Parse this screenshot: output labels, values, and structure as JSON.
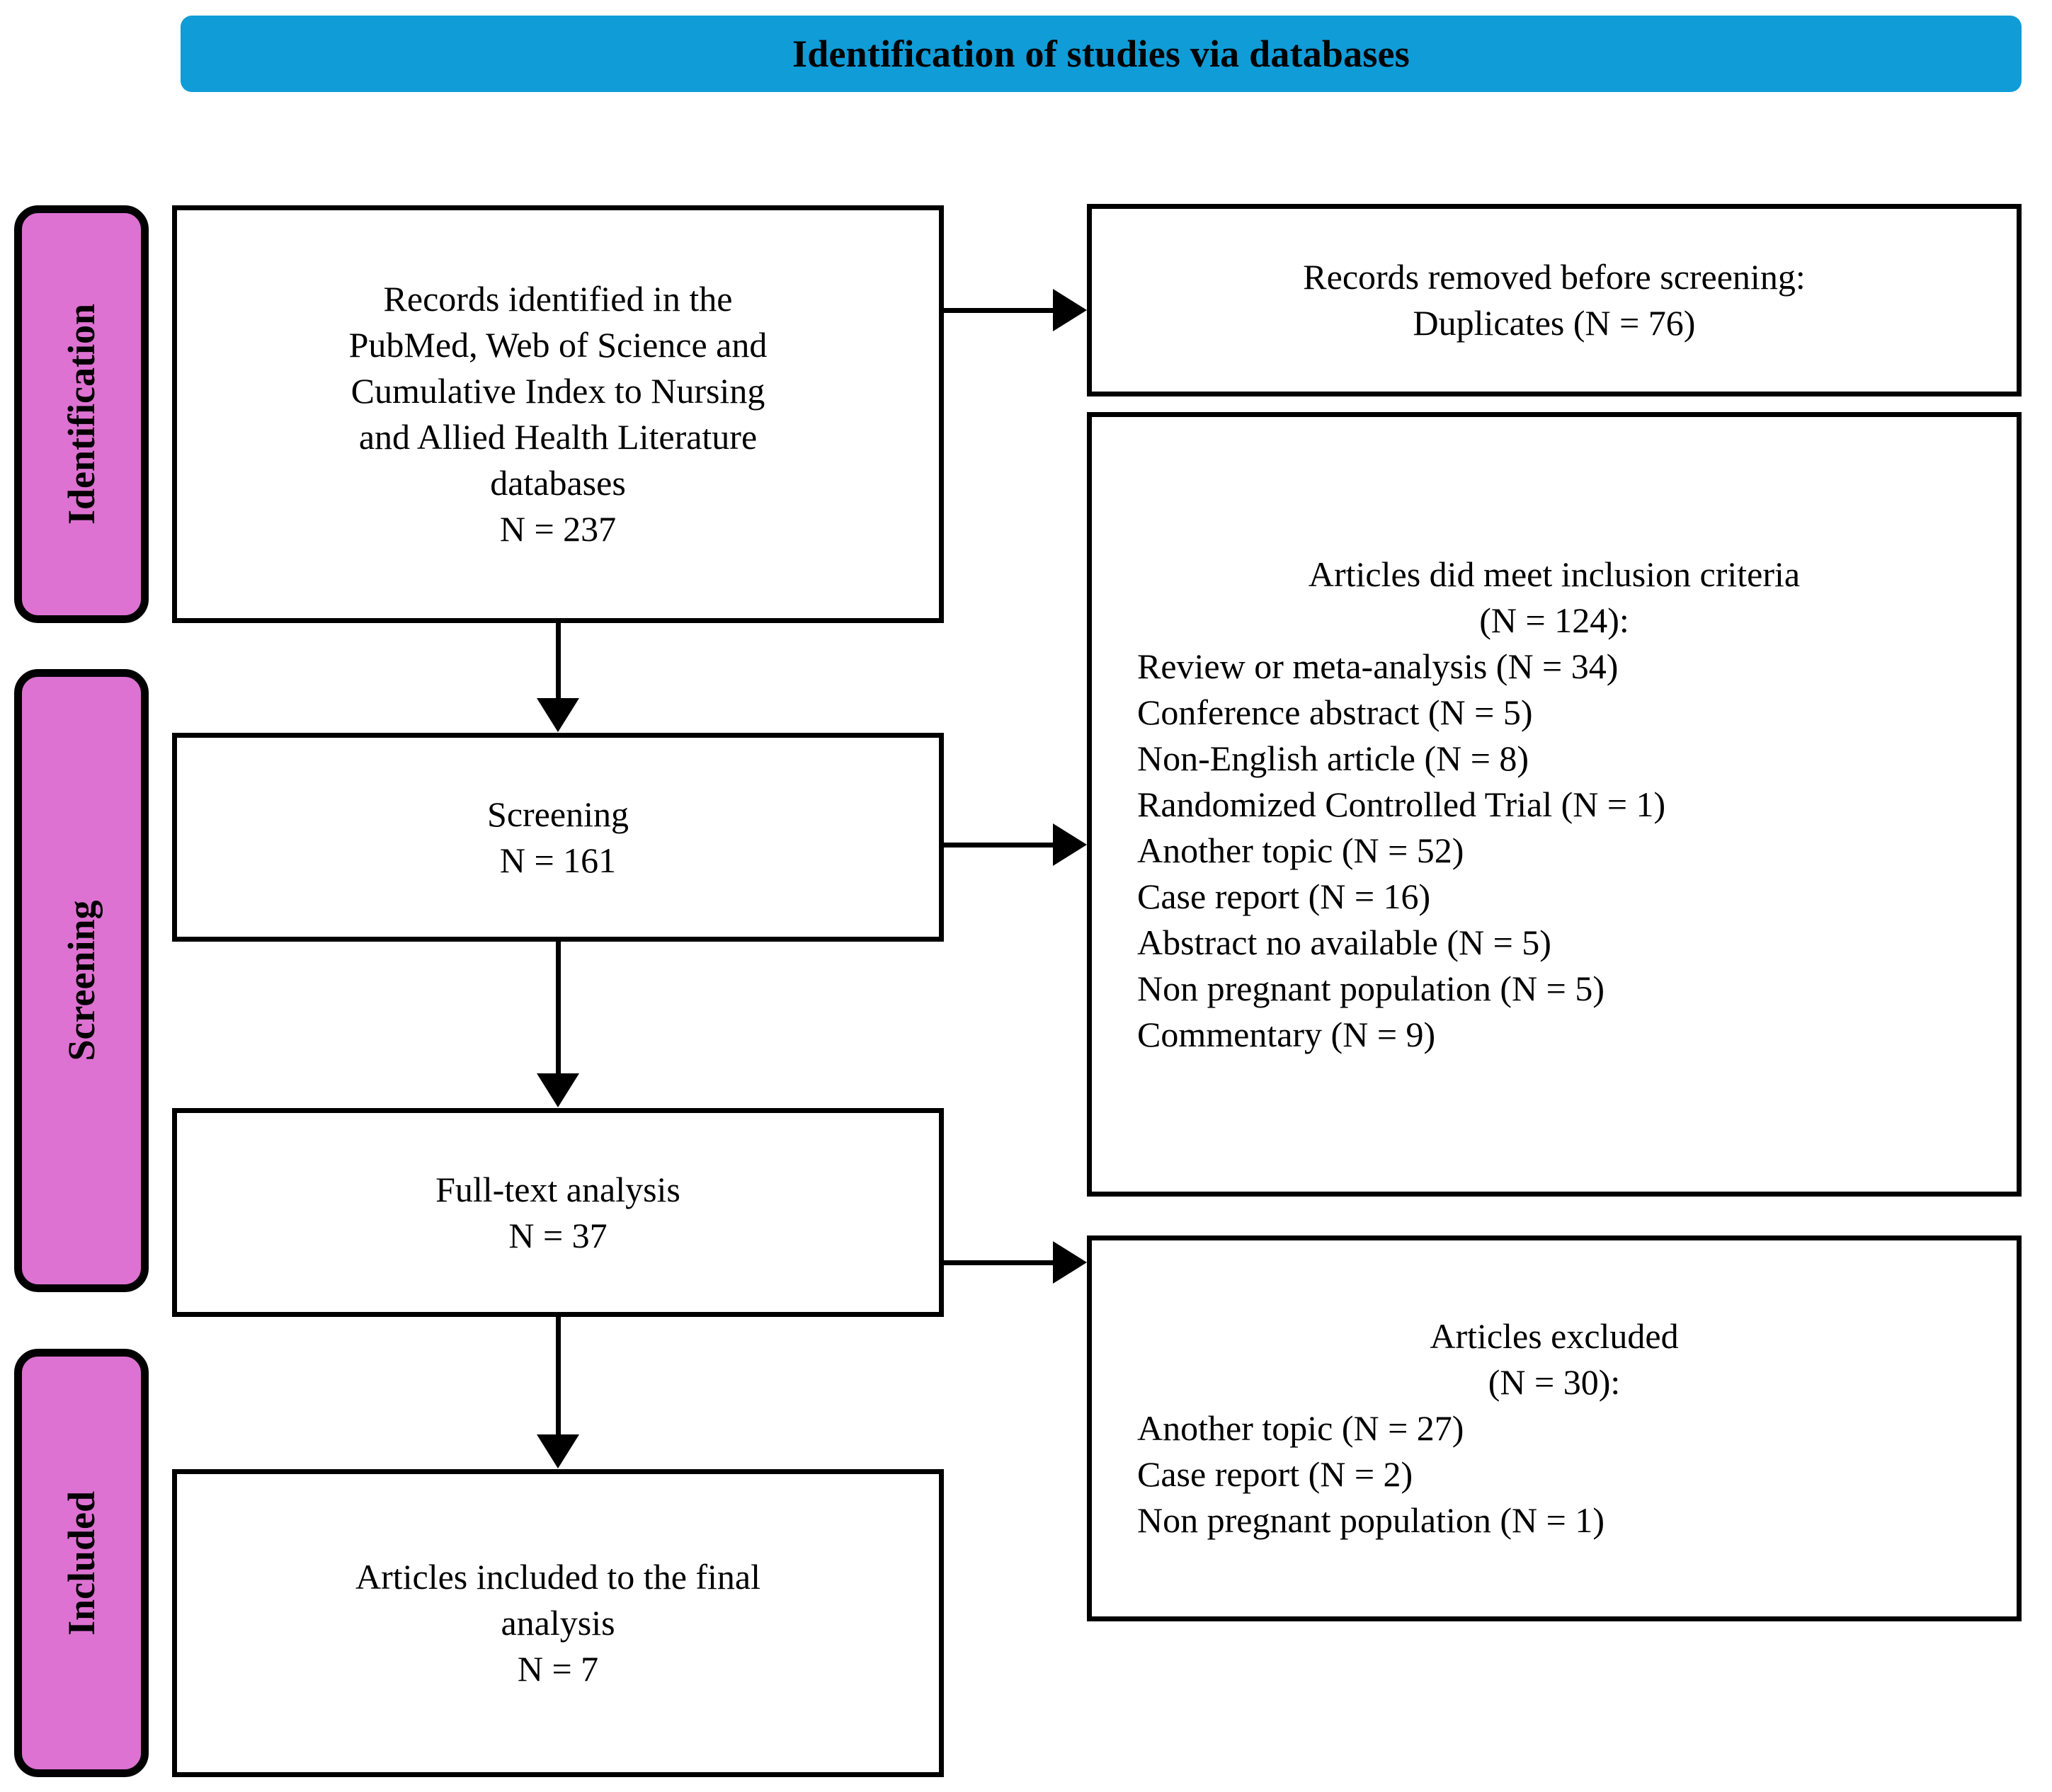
{
  "banner": {
    "title": "Identification of studies via databases",
    "color": "#109CD7"
  },
  "stages": [
    {
      "label": "Identification",
      "color": "#DD72D2"
    },
    {
      "label": "Screening",
      "color": "#DD72D2"
    },
    {
      "label": "Included",
      "color": "#DD72D2"
    }
  ],
  "boxes": {
    "records_identified": {
      "lines": [
        "Records identified in the",
        "PubMed, Web of Science and",
        "Cumulative Index to Nursing",
        "and Allied Health Literature",
        "databases",
        "N = 237"
      ]
    },
    "records_removed": {
      "lines": [
        "Records removed before screening:",
        "Duplicates (N = 76)"
      ]
    },
    "screening": {
      "lines": [
        "Screening",
        "N = 161"
      ]
    },
    "inclusion_criteria": {
      "header": [
        "Articles did meet inclusion criteria",
        "(N = 124):"
      ],
      "items": [
        "Review or meta-analysis (N = 34)",
        "Conference abstract (N = 5)",
        "Non-English article (N = 8)",
        "Randomized Controlled Trial (N = 1)",
        "Another topic (N = 52)",
        "Case report (N = 16)",
        "Abstract no available (N = 5)",
        "Non pregnant population (N = 5)",
        "Commentary (N = 9)"
      ]
    },
    "full_text": {
      "lines": [
        "Full-text analysis",
        "N = 37"
      ]
    },
    "articles_excluded": {
      "header": [
        "Articles excluded",
        "(N = 30):"
      ],
      "items": [
        "Another topic (N = 27)",
        "Case report (N = 2)",
        "Non pregnant population (N = 1)"
      ]
    },
    "articles_included": {
      "lines": [
        "Articles included to the final",
        "analysis",
        "N = 7"
      ]
    }
  },
  "chart_data": {
    "type": "diagram",
    "title": "Identification of studies via databases",
    "nodes": [
      {
        "id": "records_identified",
        "stage": "Identification",
        "n": 237
      },
      {
        "id": "records_removed",
        "stage": "Identification",
        "n": 76
      },
      {
        "id": "screening",
        "stage": "Screening",
        "n": 161
      },
      {
        "id": "inclusion_criteria",
        "stage": "Screening",
        "n": 124
      },
      {
        "id": "full_text",
        "stage": "Screening",
        "n": 37
      },
      {
        "id": "articles_excluded",
        "stage": "Screening",
        "n": 30
      },
      {
        "id": "articles_included",
        "stage": "Included",
        "n": 7
      }
    ],
    "edges": [
      {
        "from": "records_identified",
        "to": "records_removed"
      },
      {
        "from": "records_identified",
        "to": "screening"
      },
      {
        "from": "screening",
        "to": "inclusion_criteria"
      },
      {
        "from": "screening",
        "to": "full_text"
      },
      {
        "from": "full_text",
        "to": "articles_excluded"
      },
      {
        "from": "full_text",
        "to": "articles_included"
      }
    ]
  }
}
